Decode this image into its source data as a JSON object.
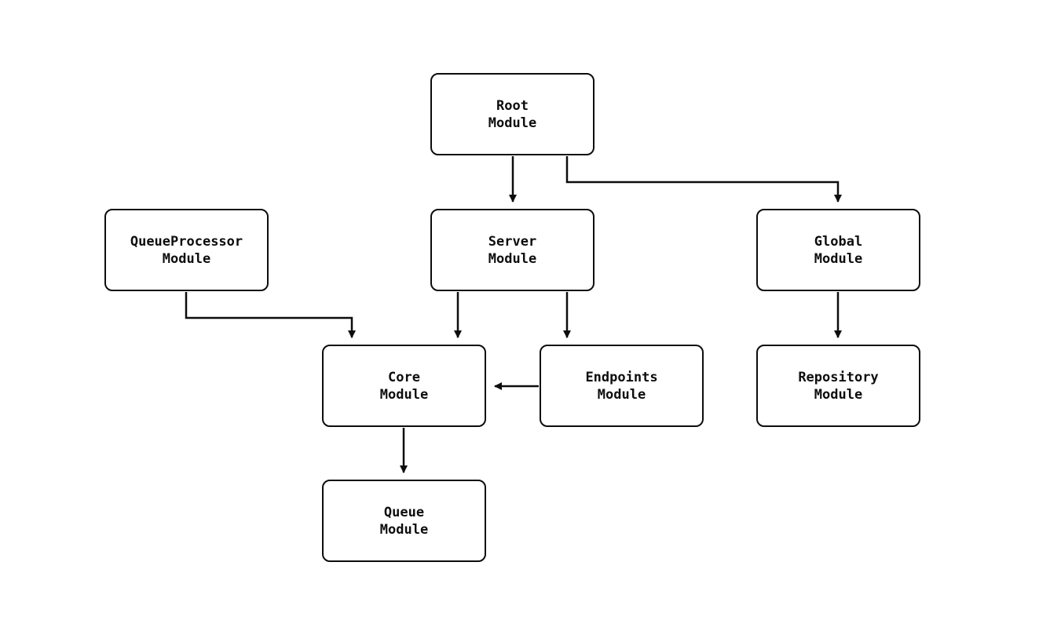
{
  "diagram": {
    "type": "module-dependency-graph",
    "nodes": {
      "root": {
        "line1": "Root",
        "line2": "Module"
      },
      "queueprocessor": {
        "line1": "QueueProcessor",
        "line2": "Module"
      },
      "server": {
        "line1": "Server",
        "line2": "Module"
      },
      "global": {
        "line1": "Global",
        "line2": "Module"
      },
      "core": {
        "line1": "Core",
        "line2": "Module"
      },
      "endpoints": {
        "line1": "Endpoints",
        "line2": "Module"
      },
      "repository": {
        "line1": "Repository",
        "line2": "Module"
      },
      "queue": {
        "line1": "Queue",
        "line2": "Module"
      }
    },
    "edges": [
      {
        "from": "root",
        "to": "server"
      },
      {
        "from": "root",
        "to": "global"
      },
      {
        "from": "queueprocessor",
        "to": "core"
      },
      {
        "from": "server",
        "to": "core"
      },
      {
        "from": "server",
        "to": "endpoints"
      },
      {
        "from": "endpoints",
        "to": "core"
      },
      {
        "from": "global",
        "to": "repository"
      },
      {
        "from": "core",
        "to": "queue"
      }
    ],
    "colors": {
      "stroke": "#0d0d0d",
      "fill": "#ffffff",
      "background": "#ffffff"
    }
  }
}
